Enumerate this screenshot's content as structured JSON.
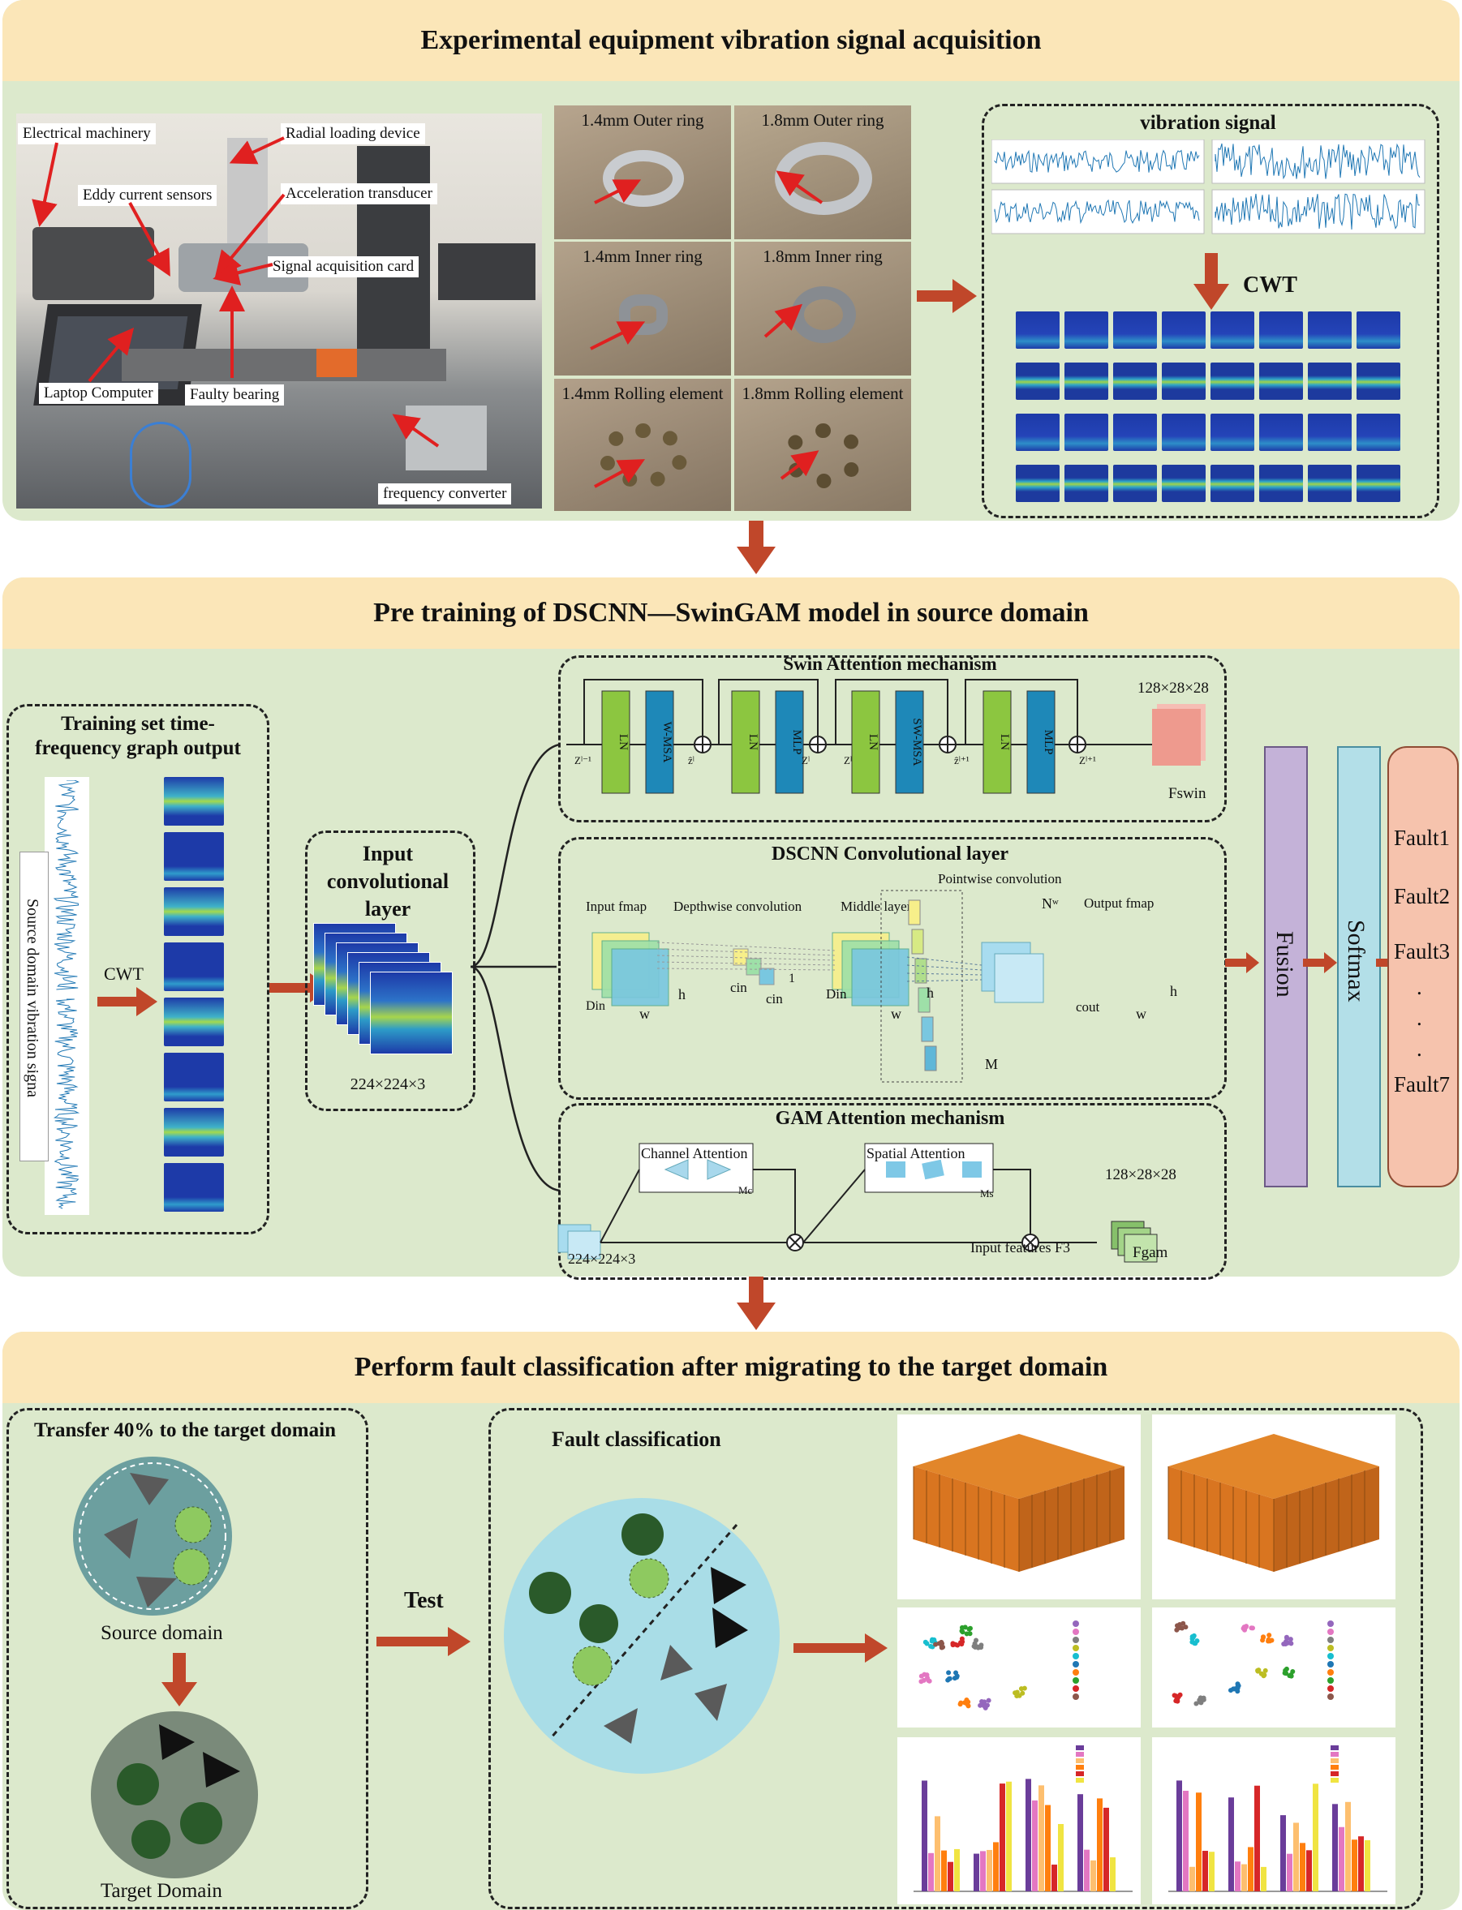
{
  "sections": {
    "top_title": "Experimental equipment vibration signal acquisition",
    "mid_title": "Pre training of DSCNN—SwinGAM model in source domain",
    "bottom_title": "Perform fault classification after migrating to the target domain"
  },
  "equipment": {
    "labels": {
      "electrical": "Electrical machinery",
      "radial": "Radial loading device",
      "eddy": "Eddy current sensors",
      "accel": "Acceleration transducer",
      "card": "Signal acquisition card",
      "laptop": "Laptop Computer",
      "bearing": "Faulty bearing",
      "freq": "frequency converter"
    }
  },
  "faults_photos": [
    "1.4mm Outer ring",
    "1.8mm Outer ring",
    "1.4mm Inner ring",
    "1.8mm Inner ring",
    "1.4mm Rolling element",
    "1.8mm Rolling element"
  ],
  "signal": {
    "title": "vibration signal",
    "cwt": "CWT"
  },
  "training": {
    "title": "Training set time-frequency graph output",
    "vertical": "Source domain vibration signa",
    "cwt": "CWT"
  },
  "input_layer": {
    "title": "Input convolutional layer",
    "size": "224×224×3"
  },
  "swin": {
    "title": "Swin Attention mechanism",
    "blocks": [
      "LN",
      "W-MSA",
      "LN",
      "MLP",
      "LN",
      "SW-MSA",
      "LN",
      "MLP"
    ],
    "zlabels": [
      "Zˡ⁻¹",
      "ẑˡ",
      "Zˡ",
      "Zˡ",
      "ẑˡ⁺¹",
      "Zˡ⁺¹"
    ],
    "output_size": "128×28×28",
    "output": "Fswin"
  },
  "dscnn": {
    "title": "DSCNN Convolutional layer",
    "input": "Input fmap",
    "depthwise": "Depthwise convolution",
    "middle": "Middle layer",
    "pointwise": "Pointwise convolution",
    "output": "Output fmap",
    "n": "Nʷ",
    "m": "M",
    "h": "h",
    "w": "w",
    "din": "Din",
    "cin": "cin",
    "cout": "cout",
    "one": "1"
  },
  "gam": {
    "title": "GAM Attention mechanism",
    "channel": "Channel Attention",
    "spatial": "Spatial Attention",
    "mc": "Mc",
    "ms": "Ms",
    "input_size": "224×224×3",
    "input_features": "Input features F3",
    "output_size": "128×28×28",
    "output": "Fgam"
  },
  "fusion": "Fusion",
  "softmax": "Softmax",
  "faults": [
    "Fault1",
    "Fault2",
    "Fault3",
    ".",
    ".",
    ".",
    "Fault7"
  ],
  "transfer": {
    "title": "Transfer 40% to the target domain",
    "source": "Source domain",
    "target": "Target Domain"
  },
  "test": "Test",
  "classification": {
    "title": "Fault classification"
  },
  "colors": {
    "section_bg": "#dce9cc",
    "banner_bg": "#fbe6b8",
    "arrow": "#c0472a",
    "ln_green": "#8cc640",
    "msa_blue": "#1e88b8",
    "fusion_purple": "#c4b2d8",
    "softmax_blue": "#b3dfe8",
    "fault_box": "#f6c3ad"
  }
}
